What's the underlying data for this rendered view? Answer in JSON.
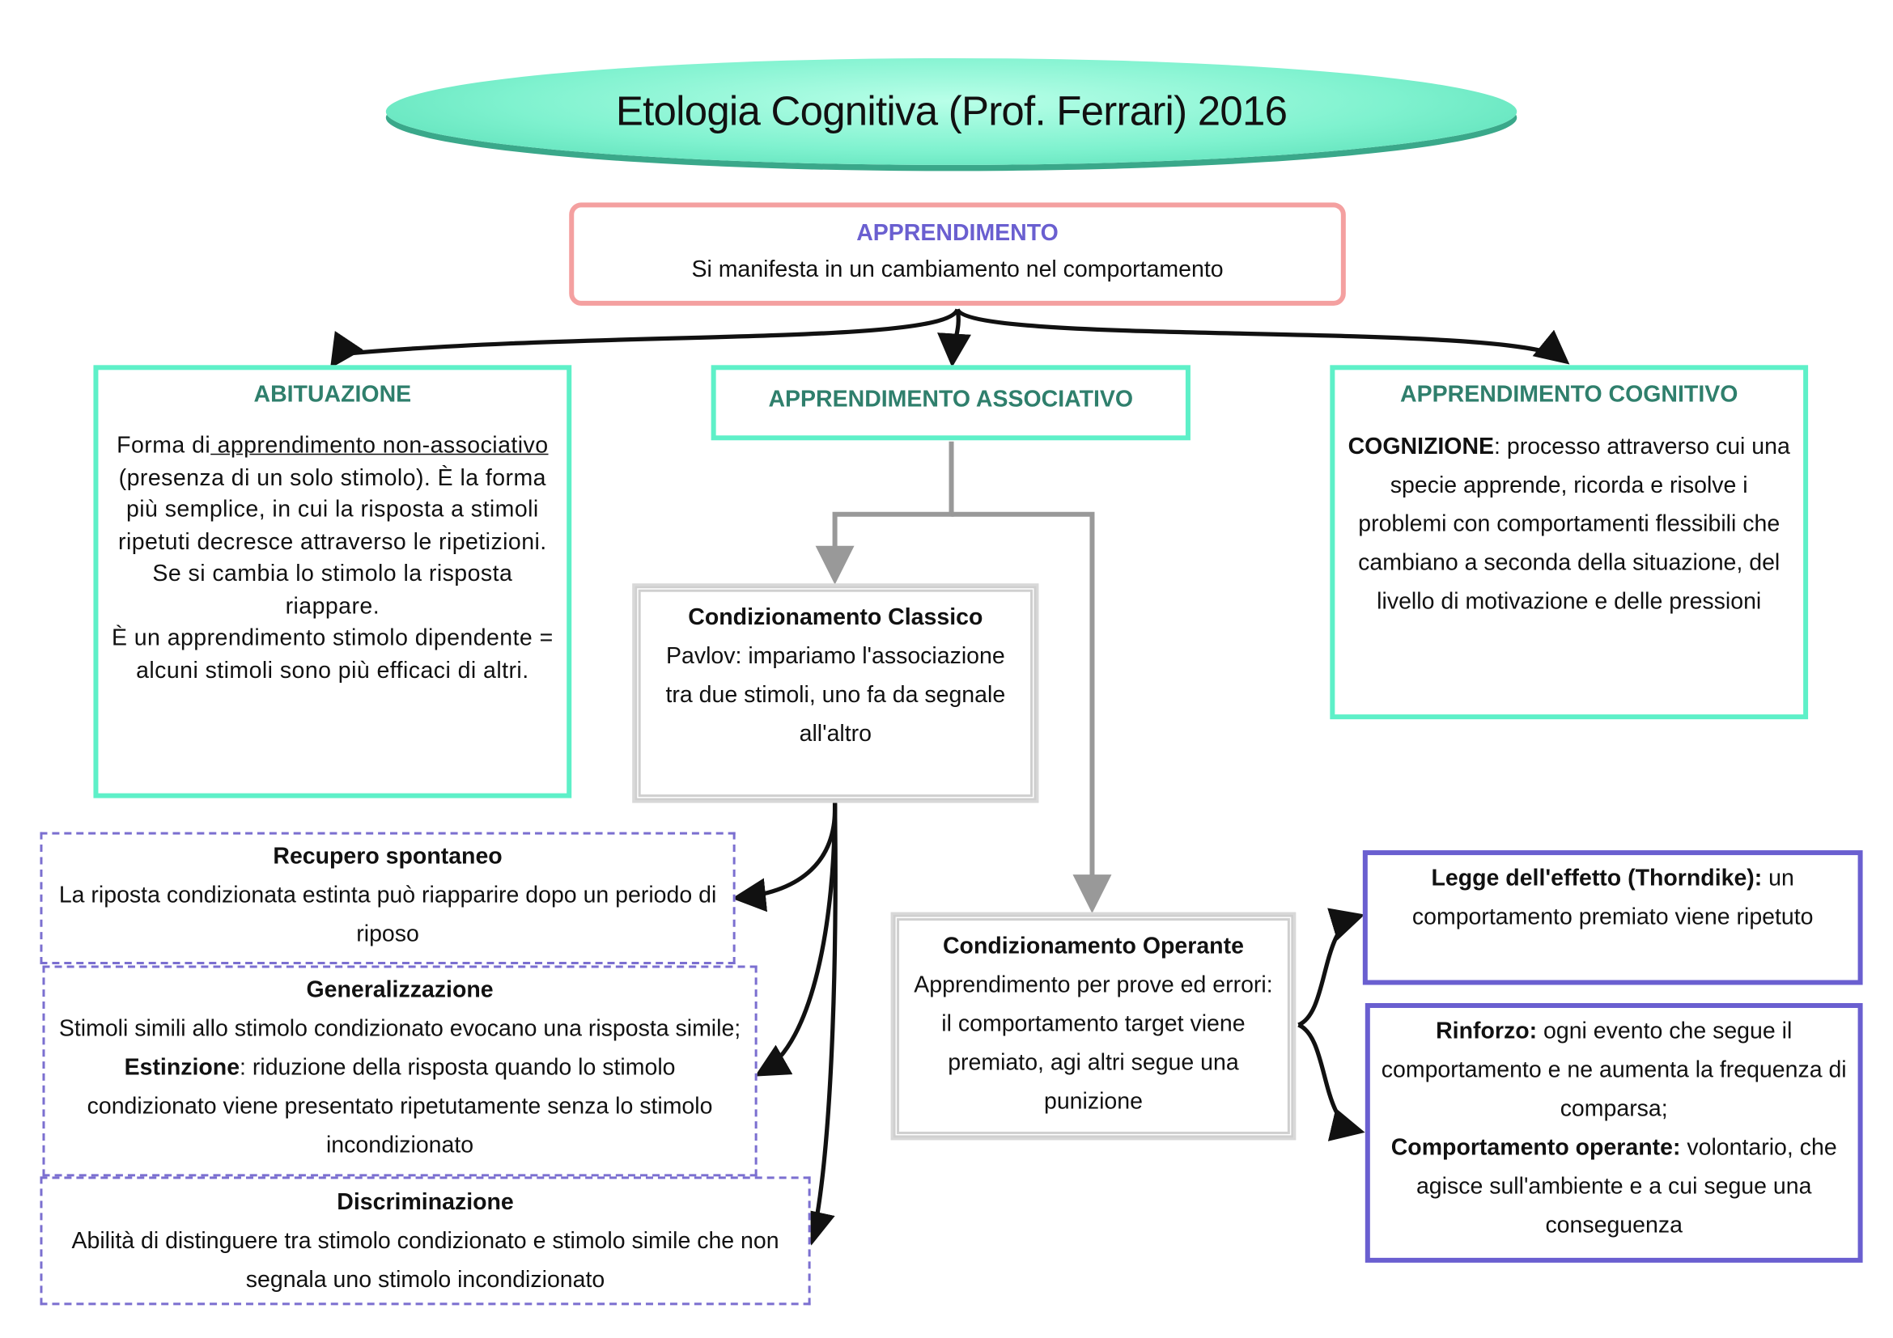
{
  "title": "Etologia Cognitiva (Prof. Ferrari) 2016",
  "root": {
    "heading": "APPRENDIMENTO",
    "text": "Si manifesta in un cambiamento nel comportamento"
  },
  "abituazione": {
    "heading": "ABITUAZIONE",
    "pre": "Forma di",
    "underlined": " apprendimento non-associativo",
    "post": " (presenza di un solo stimolo). È la forma più semplice, in cui la risposta a stimoli ripetuti decresce attraverso le ripetizioni. Se si cambia lo stimolo la risposta riappare.",
    "extra": "È un apprendimento stimolo dipendente = alcuni stimoli sono più efficaci di altri."
  },
  "associativo": {
    "heading": "APPRENDIMENTO ASSOCIATIVO"
  },
  "cognitivo": {
    "heading": "APPRENDIMENTO COGNITIVO",
    "bold": "COGNIZIONE",
    "text": ": processo attraverso cui una specie apprende, ricorda e risolve i problemi con comportamenti flessibili che cambiano a seconda della situazione, del livello di motivazione e delle pressioni"
  },
  "classico": {
    "heading": "Condizionamento Classico",
    "text": "Pavlov: impariamo l'associazione tra due stimoli, uno fa da segnale all'altro"
  },
  "recupero": {
    "heading": "Recupero spontaneo",
    "text": "La riposta condizionata estinta può riapparire dopo un periodo di riposo"
  },
  "generalizzazione": {
    "heading": "Generalizzazione",
    "text1": "Stimoli simili allo stimolo condizionato evocano una risposta simile; ",
    "bold": "Estinzione",
    "text2": ": riduzione della risposta quando lo stimolo condizionato viene presentato ripetutamente senza lo stimolo incondizionato"
  },
  "discriminazione": {
    "heading": "Discriminazione",
    "text": "Abilità di distinguere tra stimolo condizionato e stimolo simile che non segnala uno stimolo incondizionato"
  },
  "operante": {
    "heading": "Condizionamento Operante",
    "text": "Apprendimento per prove ed errori: il comportamento target viene premiato, agi altri segue una punizione"
  },
  "legge": {
    "bold": "Legge dell'effetto (Thorndike):",
    "text": " un comportamento premiato viene ripetuto"
  },
  "rinforzo": {
    "bold1": "Rinforzo:",
    "text1": " ogni evento che segue il comportamento e ne aumenta la frequenza di comparsa;",
    "bold2": "Comportamento operante:",
    "text2": " volontario, che agisce sull'ambiente e a cui segue una conseguenza"
  }
}
